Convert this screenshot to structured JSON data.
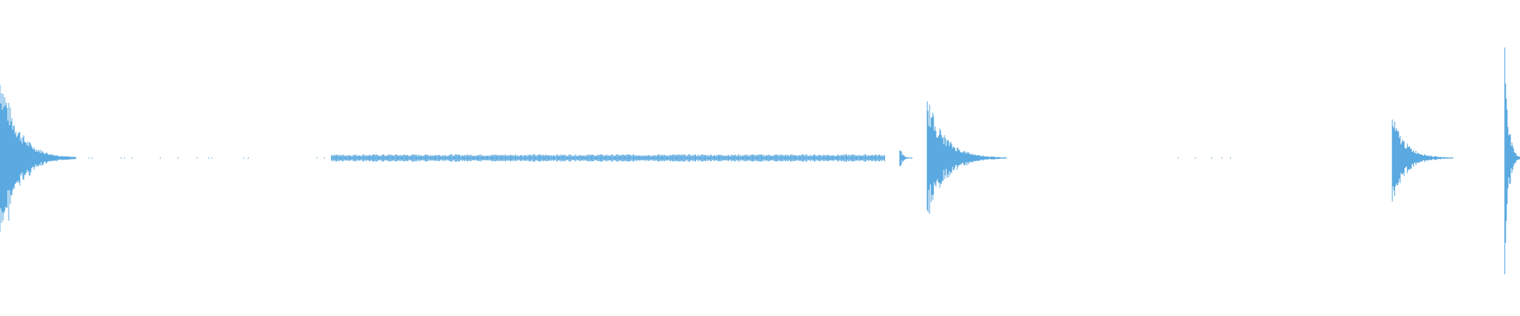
{
  "waveform": {
    "color": "#5aa9e0",
    "background": "#ffffff",
    "segments": [
      {
        "kind": "burst",
        "start": 0.0,
        "end": 0.05,
        "peak": 0.3
      },
      {
        "kind": "dots",
        "start": 0.055,
        "end": 0.215,
        "peak": 0.004
      },
      {
        "kind": "sustain",
        "start": 0.218,
        "end": 0.582,
        "peak": 0.012
      },
      {
        "kind": "burst",
        "start": 0.592,
        "end": 0.6,
        "peak": 0.04
      },
      {
        "kind": "burst",
        "start": 0.61,
        "end": 0.662,
        "peak": 0.2
      },
      {
        "kind": "dots",
        "start": 0.775,
        "end": 0.835,
        "peak": 0.004
      },
      {
        "kind": "burst",
        "start": 0.916,
        "end": 0.956,
        "peak": 0.14
      },
      {
        "kind": "burst",
        "start": 0.99,
        "end": 1.0,
        "peak": 0.42
      }
    ]
  }
}
